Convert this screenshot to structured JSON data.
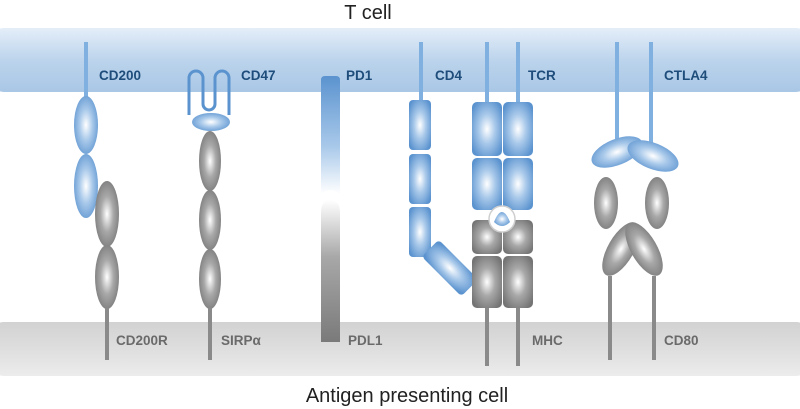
{
  "cells": {
    "top_label": "T cell",
    "bottom_label": "Antigen presenting cell"
  },
  "receptors": {
    "cd200": "CD200",
    "cd47": "CD47",
    "pd1": "PD1",
    "cd4": "CD4",
    "tcr": "TCR",
    "ctla4": "CTLA4"
  },
  "ligands": {
    "cd200r": "CD200R",
    "sirpa": "SIRPα",
    "pdl1": "PDL1",
    "mhc": "MHC",
    "cd80": "CD80"
  },
  "colors": {
    "t_cell_membrane": "#b9d3ec",
    "apc_membrane": "#cfcfcf",
    "receptor_blue": "#6fa2d6",
    "ligand_grey": "#8c8c8c",
    "receptor_label": "#1e4d7b",
    "ligand_label": "#6a6a6a"
  }
}
